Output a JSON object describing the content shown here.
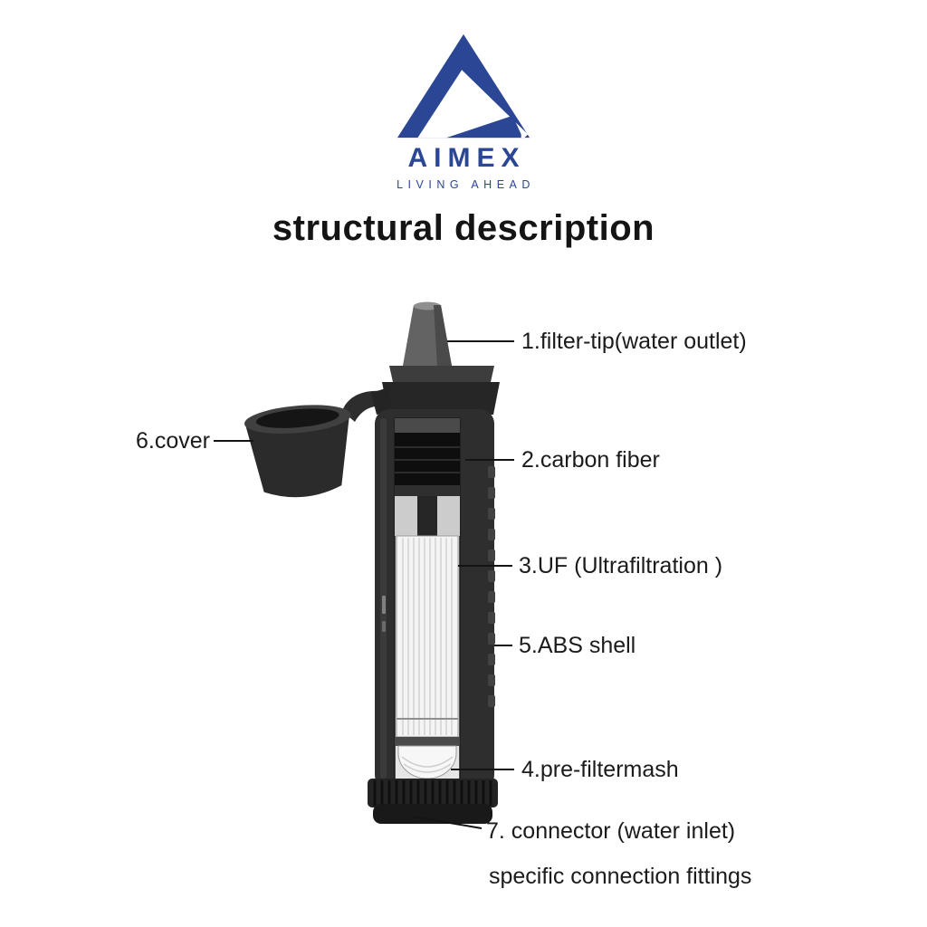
{
  "brand": {
    "name": "AIMEX",
    "tagline": "LIVING AHEAD",
    "logo_color": "#2b4694"
  },
  "title": "structural description",
  "diagram": {
    "subject": "water filter straw cutaway",
    "colors": {
      "shell_dark": "#2e2e2e",
      "tip_gray": "#636363",
      "carbon_black": "#0e0e0e",
      "membrane_white": "#f4f4f4",
      "leader_line": "#141414"
    }
  },
  "labels": {
    "filter_tip": "1.filter-tip(water outlet)",
    "carbon_fiber": "2.carbon fiber",
    "uf_membrane": "3.UF (Ultrafiltration )",
    "pre_filtermash": "4.pre-filtermash",
    "abs_shell": "5.ABS shell",
    "cover": "6.cover",
    "connector": "7. connector (water inlet)",
    "connector_note": "specific connection fittings"
  }
}
